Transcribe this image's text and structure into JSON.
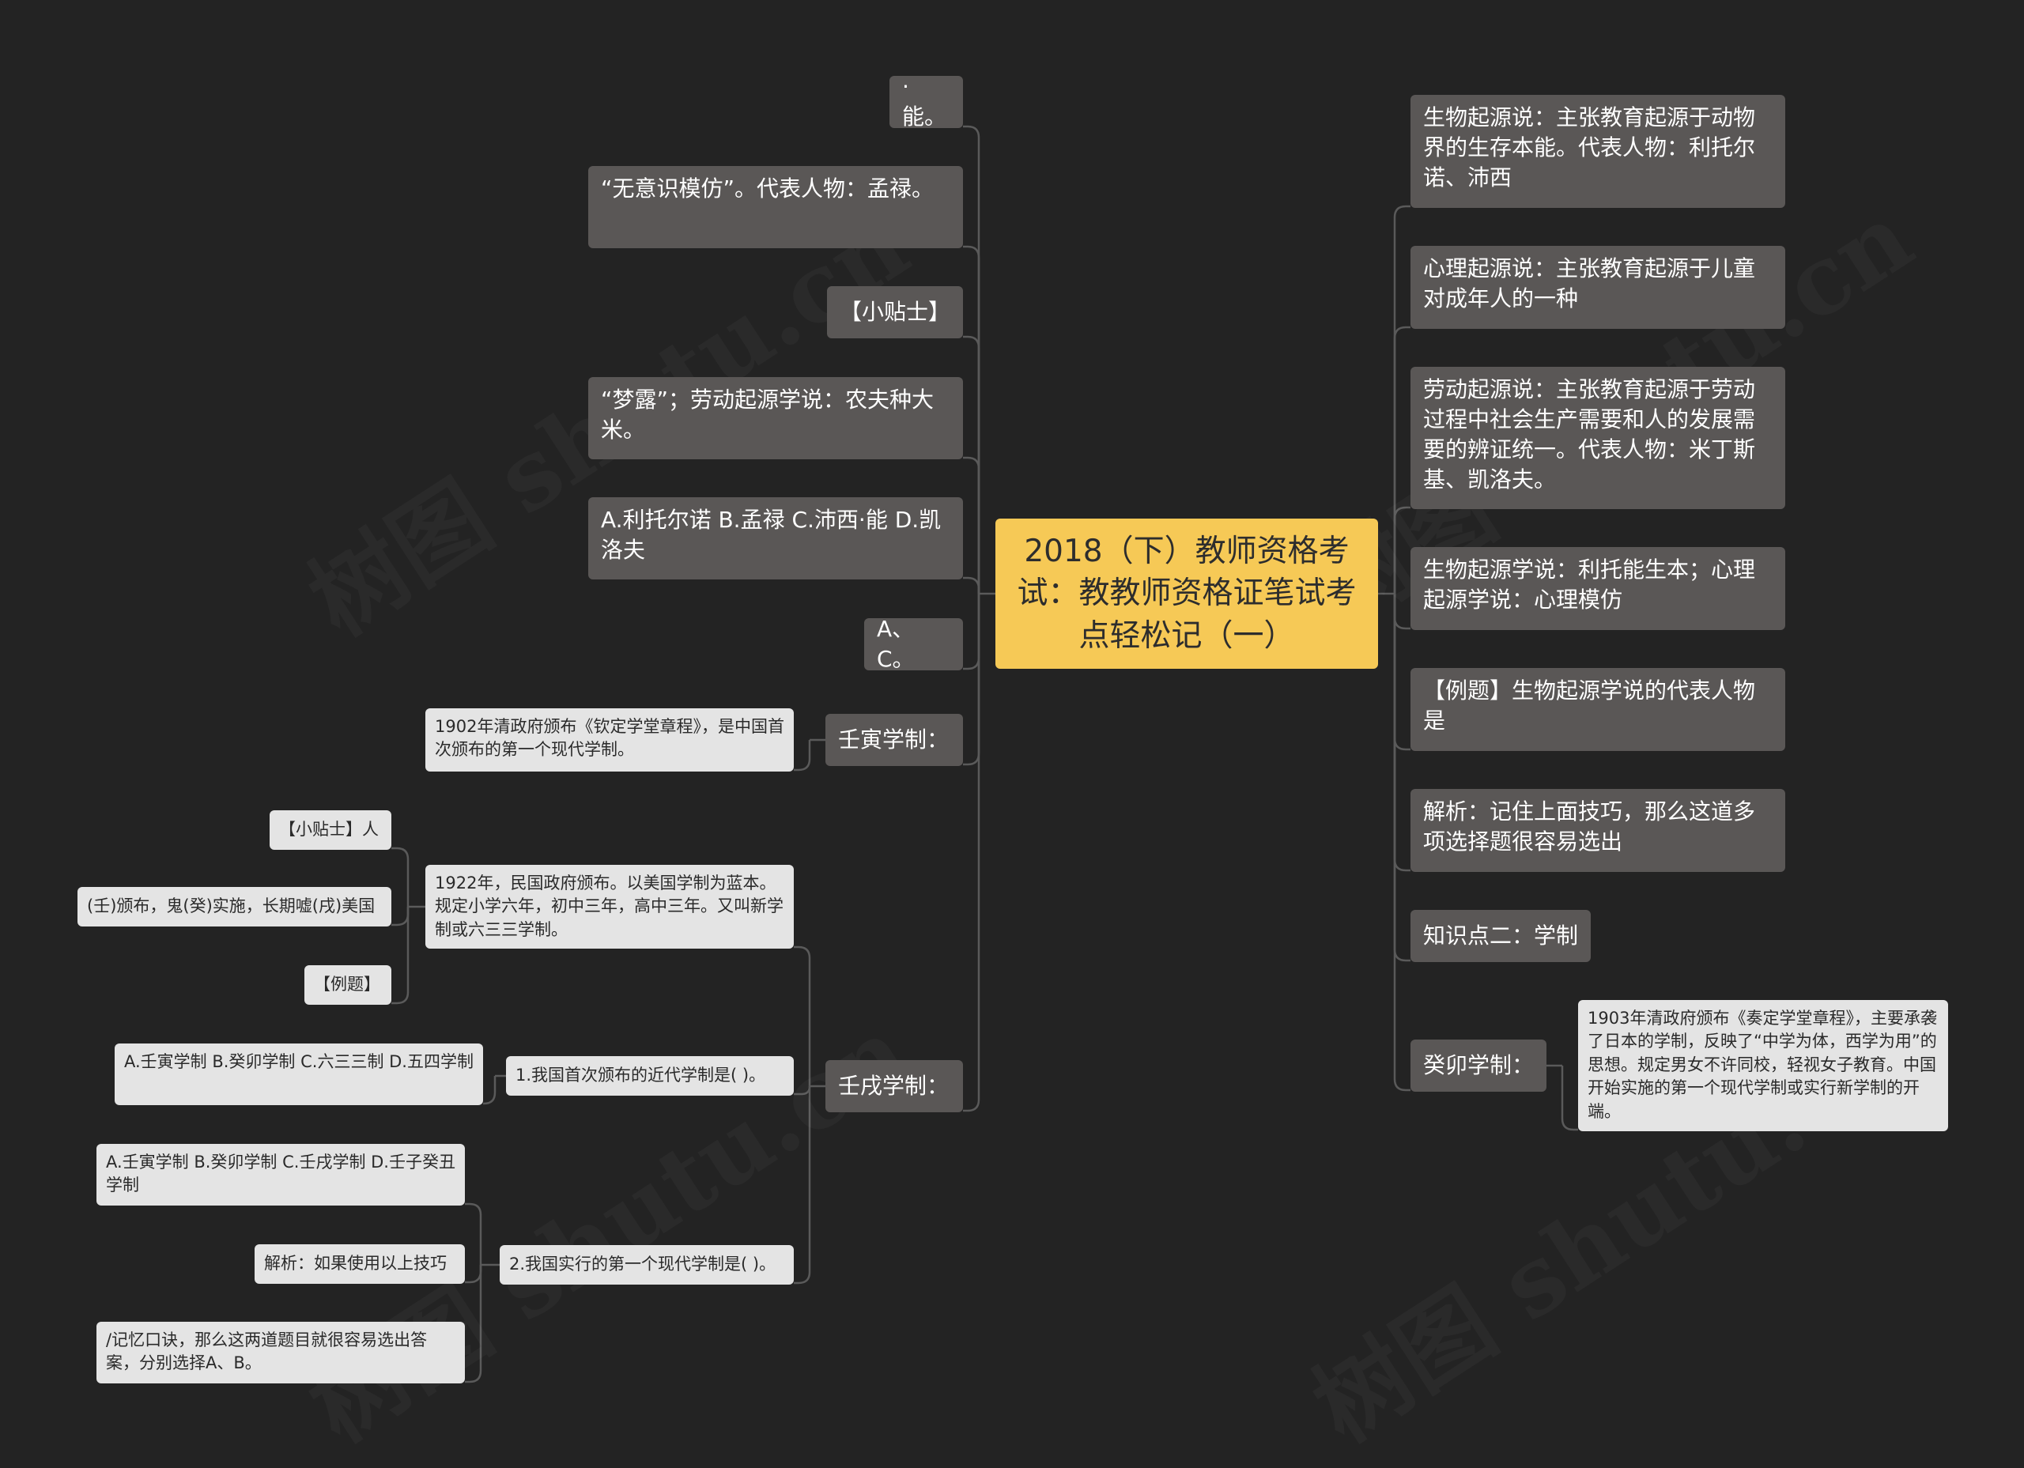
{
  "root": {
    "title": "2018（下）教师资格考试：教教师资格证笔试考点轻松记（一）"
  },
  "left": {
    "items": [
      "·能。",
      "“无意识模仿”。代表人物：孟禄。",
      "【小贴士】",
      "“梦露”；劳动起源学说：农夫种大米。",
      "A.利托尔诺 B.孟禄 C.沛西·能 D.凯洛夫",
      "A、C。"
    ],
    "renyin": {
      "label": "壬寅学制：",
      "desc": "1902年清政府颁布《钦定学堂章程》，是中国首次颁布的第一个现代学制。"
    },
    "renxu": {
      "label": "壬戌学制：",
      "desc": "1922年，民国政府颁布。以美国学制为蓝本。规定小学六年，初中三年，高中三年。又叫新学制或六三三学制。",
      "tip": "【小贴士】人",
      "mnemonic": "(壬)颁布，鬼(癸)实施，长期嘘(戌)美国",
      "example": "【例题】",
      "q1": "1.我国首次颁布的近代学制是( )。",
      "q1_options": "A.壬寅学制 B.癸卯学制 C.六三三制 D.五四学制",
      "q2": "2.我国实行的第一个现代学制是( )。",
      "q2_options": "A.壬寅学制 B.癸卯学制 C.壬戌学制 D.壬子癸丑学制",
      "q2_analysis": "解析：如果使用以上技巧",
      "q2_answer": "/记忆口诀，那么这两道题目就很容易选出答案，分别选择A、B。"
    }
  },
  "right": {
    "items": [
      "生物起源说：主张教育起源于动物界的生存本能。代表人物：利托尔诺、沛西",
      "心理起源说：主张教育起源于儿童对成年人的一种",
      "劳动起源说：主张教育起源于劳动过程中社会生产需要和人的发展需要的辨证统一。代表人物：米丁斯基、凯洛夫。",
      "生物起源学说：利托能生本；心理起源学说：心理模仿",
      "【例题】生物起源学说的代表人物是",
      "解析：记住上面技巧，那么这道多项选择题很容易选出",
      "知识点二：学制"
    ],
    "guimao": {
      "label": "癸卯学制：",
      "desc": "1903年清政府颁布《奏定学堂章程》，主要承袭了日本的学制，反映了“中学为体，西学为用”的思想。规定男女不许同校，轻视女子教育。中国开始实施的第一个现代学制或实行新学制的开端。"
    }
  },
  "watermark": "树图 shutu.cn",
  "colors": {
    "background": "#232323",
    "root": "#f6c956",
    "branch": "#5a5756",
    "leaf": "#e4e4e4",
    "line": "#5a5a5a"
  }
}
